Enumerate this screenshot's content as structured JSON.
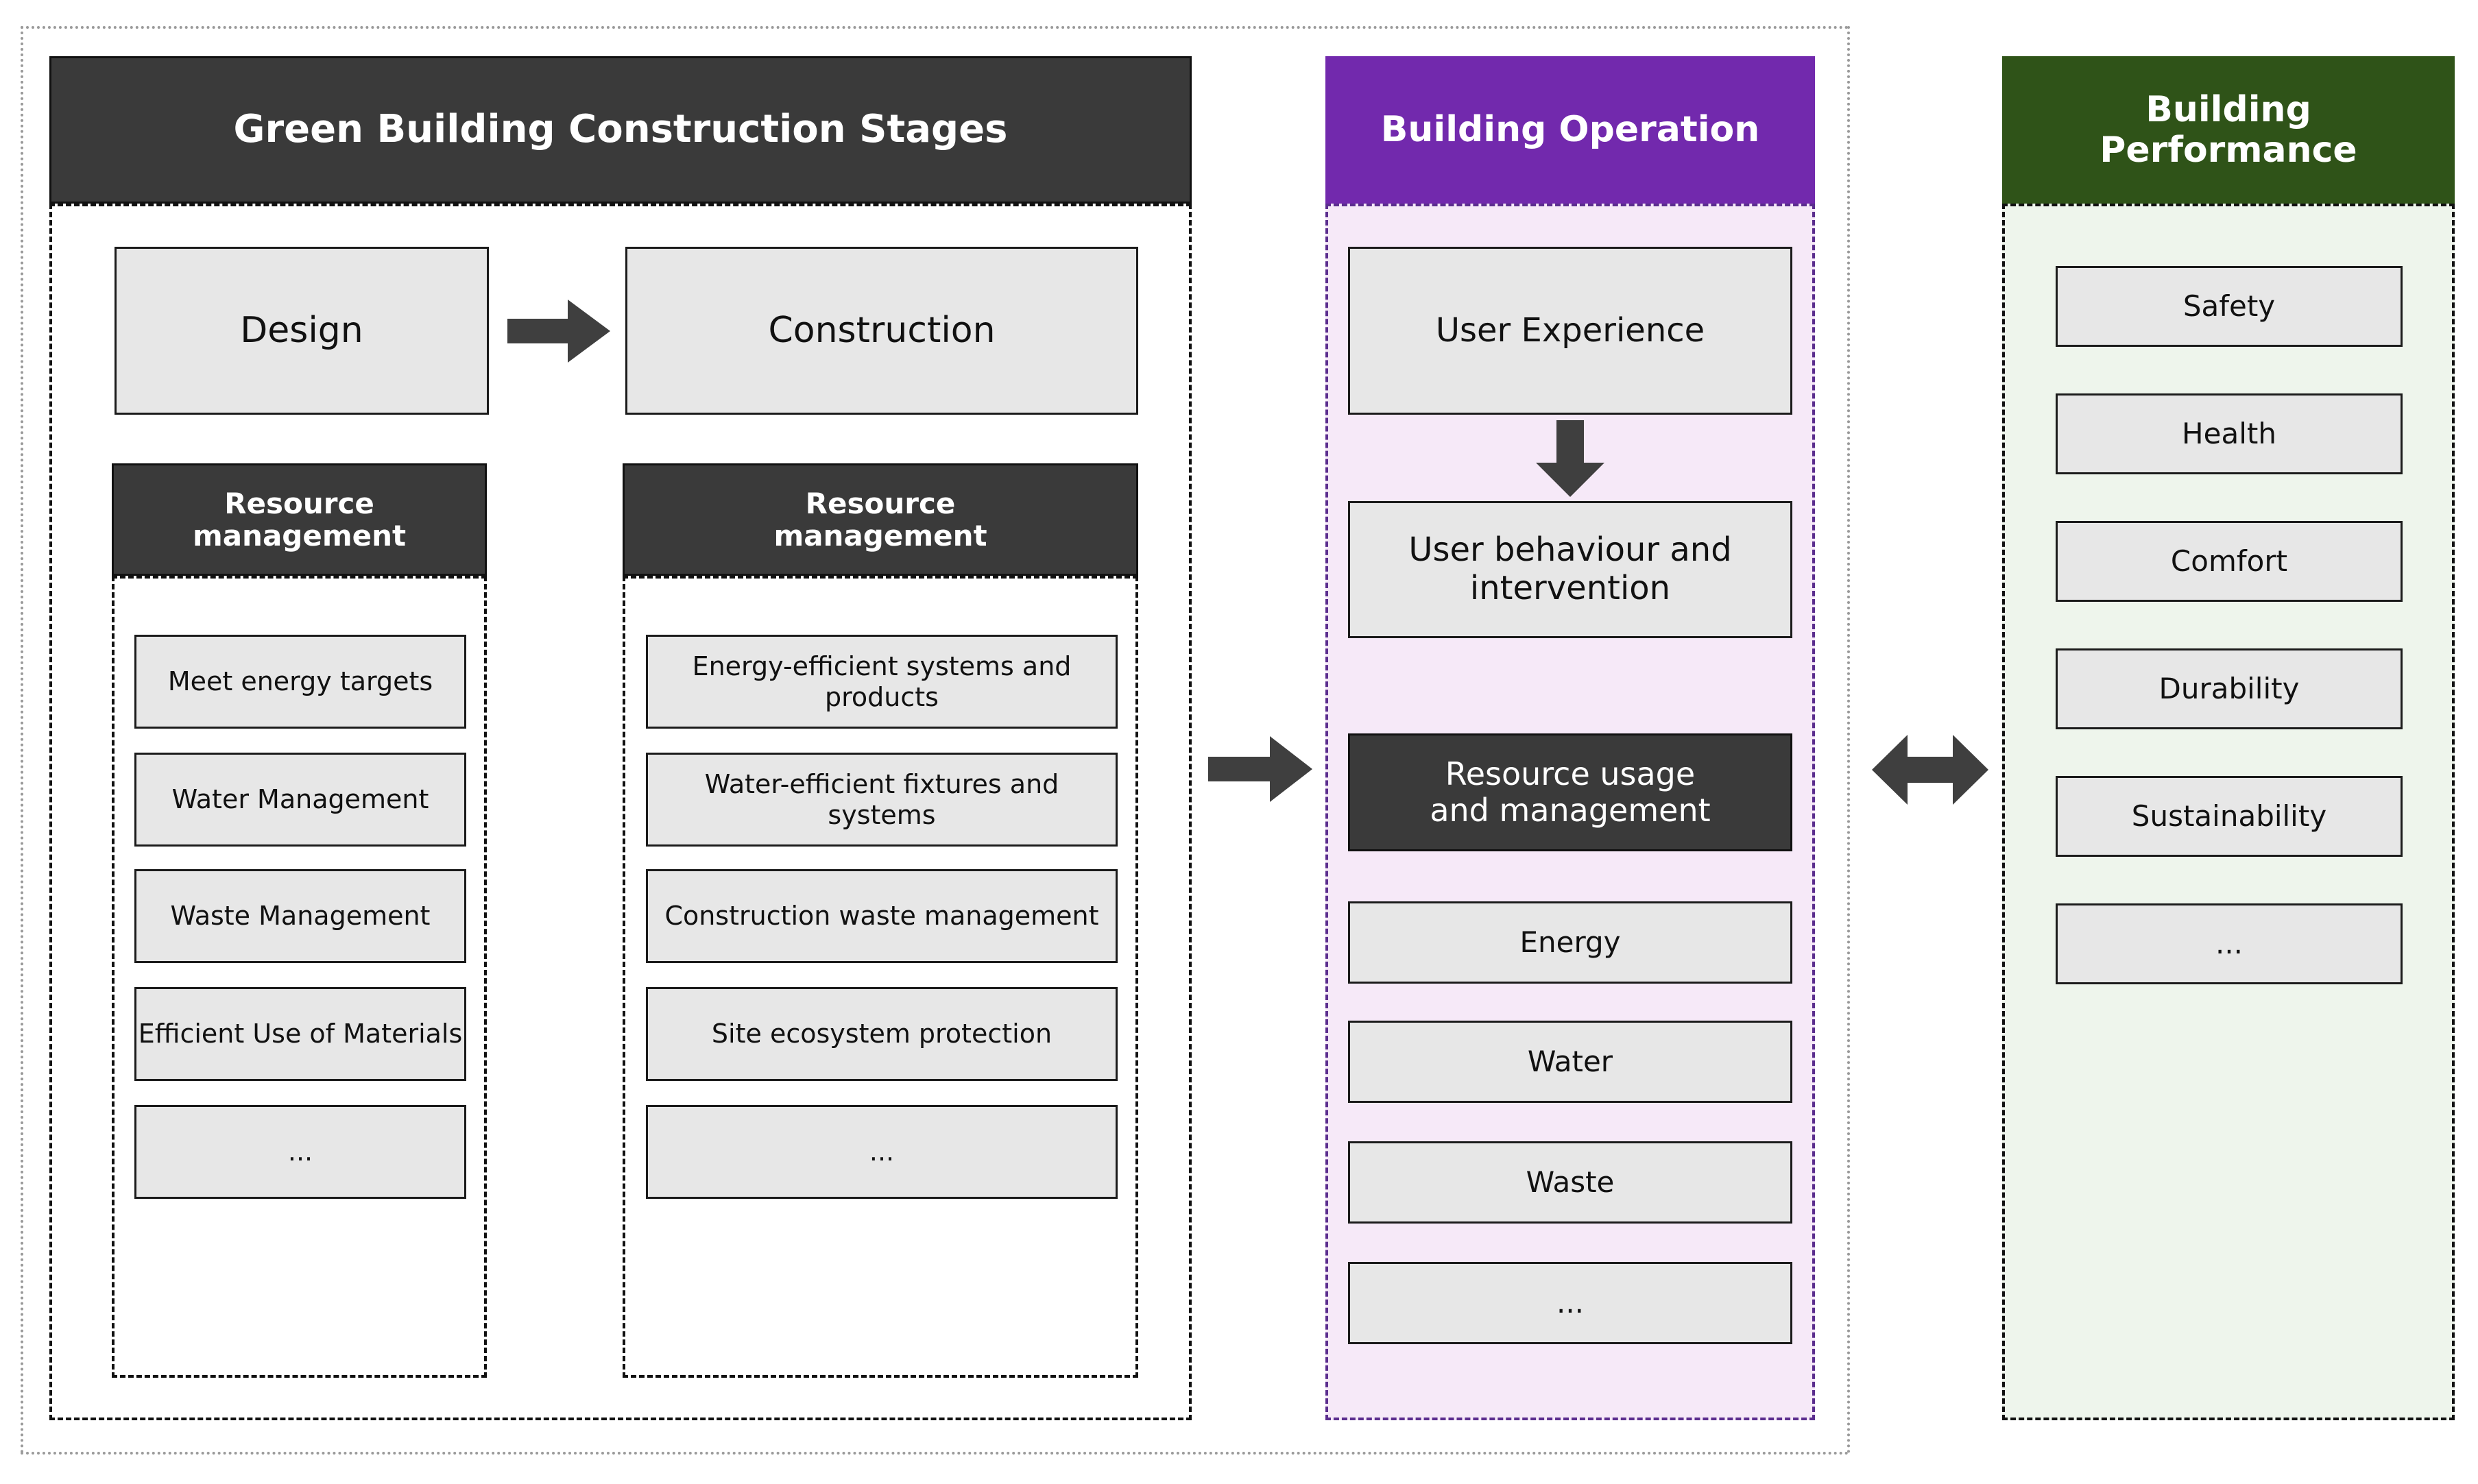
{
  "diagram": {
    "title_hidden": "",
    "columns": [
      {
        "id": "construction-stages",
        "header": "Green Building Construction Stages",
        "header_color": "#3a3a3a",
        "stages": [
          {
            "name": "Design",
            "group_header": "Resource\nmanagement",
            "group_header_line1": "Resource",
            "group_header_line2": "management",
            "items": [
              "Meet energy targets",
              "Water Management",
              "Waste Management",
              "Efficient Use of Materials",
              "..."
            ]
          },
          {
            "name": "Construction",
            "group_header_line1": "Resource",
            "group_header_line2": "management",
            "items": [
              "Energy-efficient systems and products",
              "Water-efficient fixtures and systems",
              "Construction waste management",
              "Site ecosystem protection",
              "..."
            ]
          }
        ]
      },
      {
        "id": "building-operation",
        "header": "Building Operation",
        "header_color": "#7229ad",
        "body_color": "#f6e9f8",
        "items_top": [
          "User Experience",
          "User behaviour and intervention"
        ],
        "group_header_line1": "Resource usage",
        "group_header_line2": "and management",
        "items": [
          "Energy",
          "Water",
          "Waste",
          "..."
        ]
      },
      {
        "id": "building-performance",
        "header_line1": "Building",
        "header_line2": "Performance",
        "header_color": "#2f5318",
        "body_color": "#eef5ec",
        "items": [
          "Safety",
          "Health",
          "Comfort",
          "Durability",
          "Sustainability",
          "..."
        ]
      }
    ],
    "connectors": [
      {
        "name": "design-to-construction",
        "type": "arrow-right"
      },
      {
        "name": "stages-to-operation",
        "type": "arrow-right"
      },
      {
        "name": "user-experience-to-behaviour",
        "type": "arrow-down"
      },
      {
        "name": "operation-to-performance",
        "type": "arrow-left-right"
      }
    ]
  }
}
